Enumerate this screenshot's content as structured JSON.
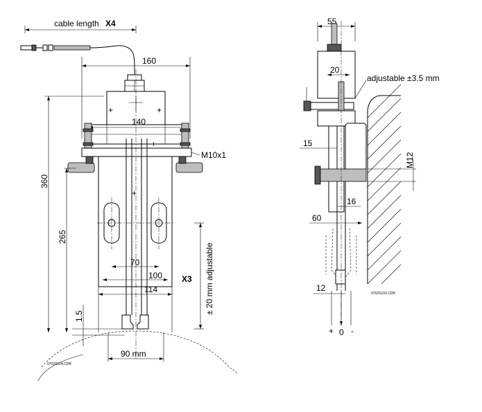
{
  "labels": {
    "cable_length": "cable length",
    "x4": "X4",
    "x3": "X3",
    "adjustable_range": "± 20 mm adjustable",
    "adjustable_35": "adjustable ±3.5 mm",
    "m10": "M10x1",
    "m12": "M12",
    "mm90": "90 mm",
    "file_left": "0702S104.CDR",
    "file_right": "0702S103.CDR",
    "plus": "+",
    "zero": "0",
    "minus": "-"
  },
  "dimensions": {
    "d160": "160",
    "d140": "140",
    "d360": "360",
    "d265": "265",
    "d15_left": "1.5",
    "d70": "70",
    "d100": "100",
    "d114": "114",
    "d55": "55",
    "d20": "20",
    "d15": "15",
    "d16": "16",
    "d60": "60",
    "d12": "12"
  }
}
